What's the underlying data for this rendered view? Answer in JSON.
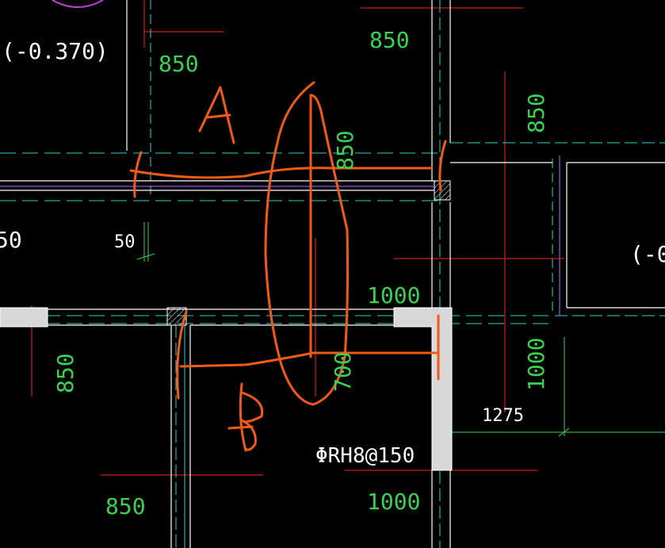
{
  "colors": {
    "background": "#000000",
    "wall_line": "#ffffff",
    "axis_line": "#2bd4c8",
    "dimension_text": "#39d353",
    "red_line": "#d11a1a",
    "annotation_pen": "#f05a14",
    "purple_line": "#a050e0",
    "wall_fill": "#d8d8d8"
  },
  "labels": {
    "elevation_left": "(-0.370)",
    "elevation_right": "(-0",
    "partial_left": "50",
    "small_dim": "50",
    "rebar_spec": "ΦRH8@150",
    "dim_1275": "1275"
  },
  "dimensions": {
    "d850_top_left": "850",
    "d850_top_center": "850",
    "d850_vertical_right": "850",
    "d850_vertical_center": "850",
    "d1000_center": "1000",
    "d850_vertical_left": "850",
    "d700_vertical": "700",
    "d1000_vertical_right": "1000",
    "d850_bottom_left": "850",
    "d1000_bottom": "1000"
  },
  "handwritten": {
    "mark_a": "A",
    "mark_b": "B"
  }
}
